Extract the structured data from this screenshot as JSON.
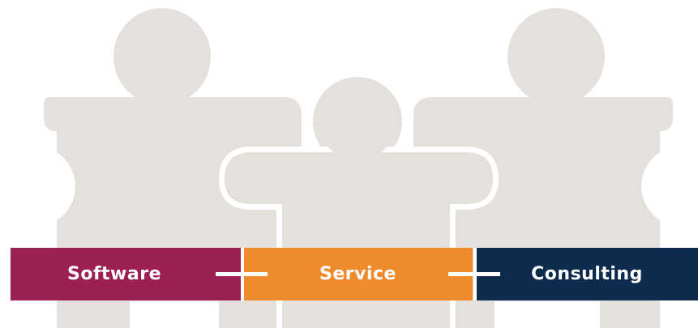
{
  "colors": {
    "figure": "#e4e1dd",
    "outline": "#ffffff",
    "software": "#9c2152",
    "service": "#ef8b2c",
    "consulting": "#0d2b4c",
    "connector": "#ffffff"
  },
  "segments": [
    {
      "label": "Software",
      "color": "#9c2152"
    },
    {
      "label": "Service",
      "color": "#ef8b2c"
    },
    {
      "label": "Consulting",
      "color": "#0d2b4c"
    }
  ],
  "icons": {
    "figures": "puzzle-people-illustration",
    "connector": "plus-connector-icon"
  }
}
